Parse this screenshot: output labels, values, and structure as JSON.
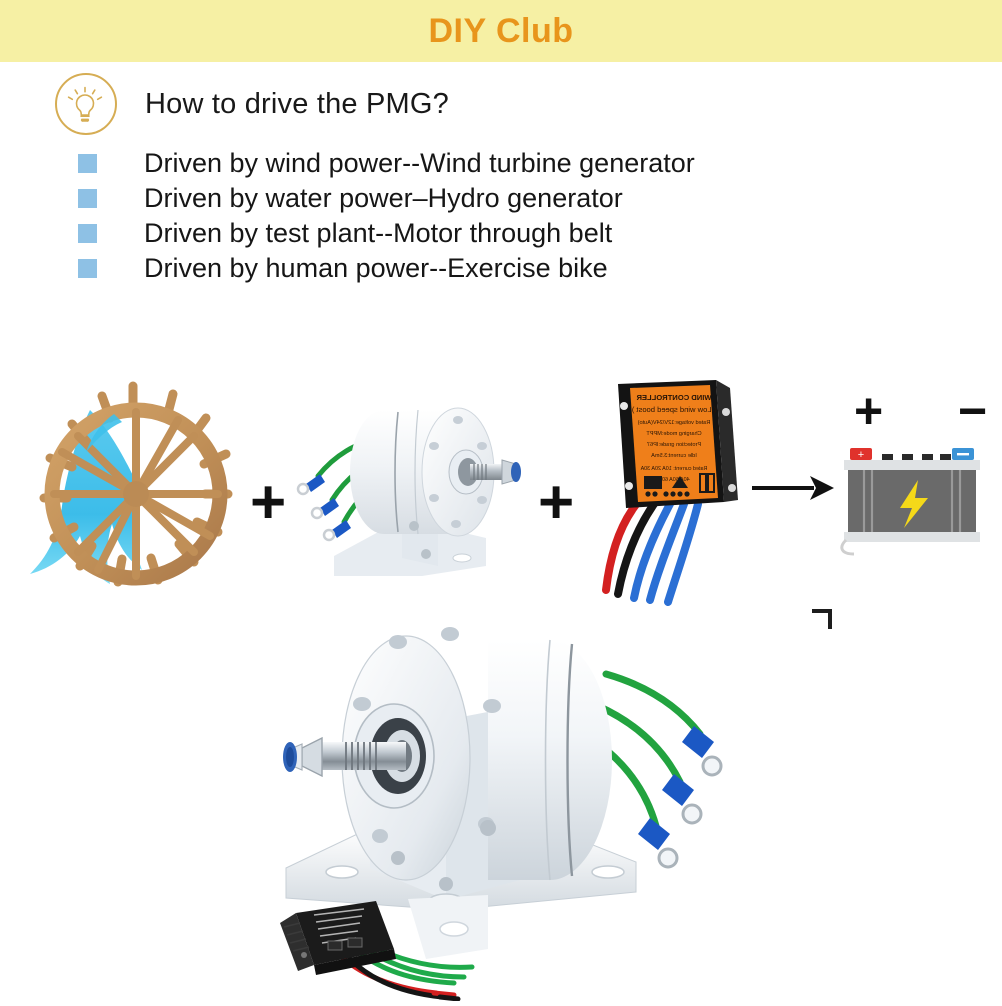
{
  "header": {
    "title": "DIY Club",
    "band_color": "#f6f0a4",
    "title_color": "#e8951c"
  },
  "question": {
    "icon": "lightbulb-icon",
    "icon_color": "#d6ad54",
    "text": "How to drive the PMG?"
  },
  "bullets": {
    "marker_color": "#8ec1e5",
    "items": [
      {
        "label": "Driven by wind power--Wind turbine generator"
      },
      {
        "label": "Driven by water power–Hydro generator"
      },
      {
        "label": "Driven by test plant--Motor through belt"
      },
      {
        "label": "Driven by human power--Exercise bike"
      }
    ]
  },
  "diagram": {
    "operators": [
      {
        "symbol": "+",
        "name": "plus-operator-1"
      },
      {
        "symbol": "+",
        "name": "plus-operator-2"
      },
      {
        "symbol": "arrow-right",
        "name": "flow-arrow"
      }
    ],
    "stages": [
      {
        "name": "water-wheel",
        "label": "water-wheel-illustration"
      },
      {
        "name": "pmg-generator",
        "label": "permanent-magnet-generator"
      },
      {
        "name": "wind-controller",
        "label": "wind-charge-controller"
      },
      {
        "name": "battery",
        "label": "storage-battery"
      }
    ],
    "controller": {
      "body_color": "#ef7f1a",
      "lines": [
        "WIND CONTROLLER",
        "( Low wind speed boost )",
        "Rated voltage: 12V/24V (Auto)",
        "Charging mode: MPPT",
        "Protection grade: IP67",
        "Idle current: 3.5mA",
        "Rated current:",
        "10A   20A   30A"
      ]
    },
    "battery": {
      "plus_symbol": "+",
      "minus_symbol": "−",
      "positive_terminal": "+",
      "negative_terminal": "−",
      "body_color": "#6a6a6a",
      "bolt_color": "#f5d919"
    }
  },
  "hero": {
    "name": "pmg-generator-hero-photo",
    "wire_color": "#22a33f",
    "terminal_color": "#1b58c4",
    "body_color": "#f4f6f8"
  },
  "hero_controller": {
    "name": "wind-controller-hero-photo",
    "body_color": "#1b1b1b",
    "wire_colors": [
      "#d32020",
      "#151515",
      "#1faa4a"
    ]
  }
}
